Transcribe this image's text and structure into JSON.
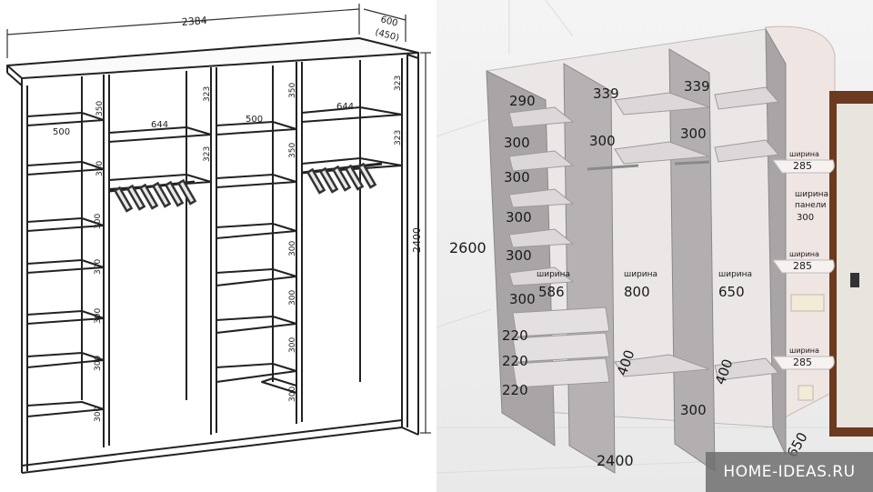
{
  "left_drawing": {
    "overall_width": "2384",
    "depth": "600",
    "depth_alt": "(450)",
    "overall_height": "2400",
    "shelf_widths": [
      "500",
      "644",
      "500",
      "644"
    ],
    "top_compartment_heights": [
      "350",
      "323",
      "350",
      "323"
    ],
    "second_row_heights": [
      "350",
      "323",
      "350",
      "323"
    ],
    "col1_shelf_heights": [
      "300",
      "300",
      "300",
      "300",
      "300"
    ],
    "col3_shelf_heights": [
      "300",
      "300",
      "300",
      "300"
    ]
  },
  "right_drawing": {
    "overall_height": "2600",
    "overall_width": "2400",
    "depth": "650",
    "top_heights": [
      "290",
      "339",
      "339"
    ],
    "row2_heights": [
      "300",
      "300",
      "300"
    ],
    "left_column_heights": [
      "300",
      "300",
      "300",
      "300"
    ],
    "drawer_heights": [
      "220",
      "220",
      "220"
    ],
    "width_label": "ширина",
    "column_widths": [
      "586",
      "800",
      "650"
    ],
    "lower_depths": [
      "400",
      "400"
    ],
    "bottom_shelf": "300",
    "side_shelf_depths": [
      "285",
      "285",
      "285"
    ],
    "panel_label_1": "ширина",
    "panel_label_2": "панели",
    "panel_value": "300"
  },
  "watermark": "HOME-IDEAS.RU"
}
